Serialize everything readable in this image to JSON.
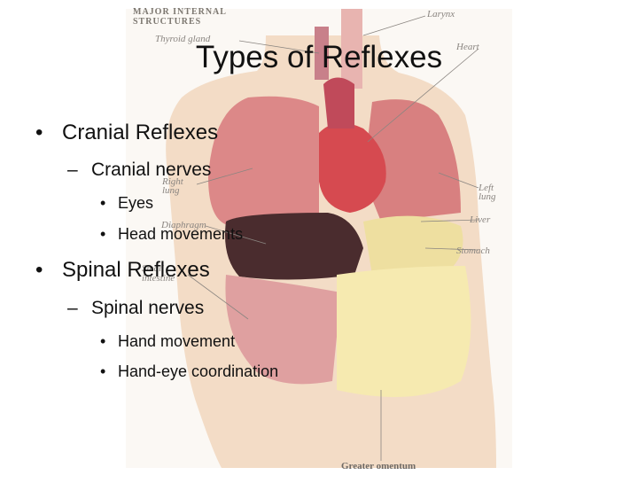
{
  "slide": {
    "title": "Types of Reflexes",
    "bullet_marks": {
      "level1": "•",
      "level2": "–",
      "level3": "•"
    },
    "sections": [
      {
        "heading": "Cranial Reflexes",
        "subheading": "Cranial nerves",
        "items": [
          "Eyes",
          "Head movements"
        ]
      },
      {
        "heading": "Spinal Reflexes",
        "subheading": "Spinal nerves",
        "items": [
          "Hand movement",
          "Hand-eye coordination"
        ]
      }
    ]
  },
  "illustration": {
    "labels": {
      "heading": "MAJOR INTERNAL STRUCTURES",
      "thyroid": "Thyroid gland",
      "larynx": "Larynx",
      "heart": "Heart",
      "right_lung": "Right lung",
      "left_lung": "Left lung",
      "diaphragm": "Diaphragm",
      "liver": "Liver",
      "stomach": "Stomach",
      "small_intestine": "Small intestine",
      "greater_omentum": "Greater omentum"
    },
    "colors": {
      "skin": "#f3dcc6",
      "lung": "#dc8888",
      "heart": "#d64a50",
      "liver": "#4a2c2e",
      "intestine": "#dfa0a0",
      "omentum": "#f6eab0"
    }
  }
}
